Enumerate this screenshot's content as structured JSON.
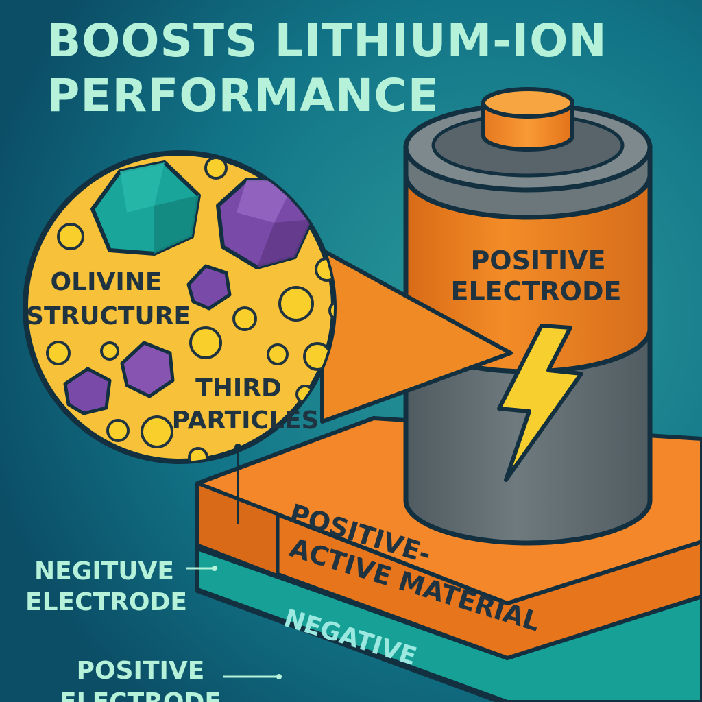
{
  "title": {
    "line1": "BOOSTS LITHIUM-ION",
    "line2": "PERFORMANCE"
  },
  "magnifier": {
    "label_olivine_line1": "OLIVINE",
    "label_olivine_line2": "STRUCTURE",
    "label_particles_line1": "THIRD",
    "label_particles_line2": "PARTICLES"
  },
  "battery": {
    "label_line1": "POSITIVE",
    "label_line2": "ELECTRODE",
    "icon": "lightning-bolt-icon"
  },
  "layers": {
    "top_label_line1": "POSITIVE-",
    "top_label_line2": "ACTIVE MATERIAL",
    "bottom_label": "NEGATIVE"
  },
  "side_labels": {
    "negative_line1": "NEGITUVE",
    "negative_line2": "ELECTRODE",
    "positive_line1": "POSITIVE",
    "positive_line2": "ELECTRODE"
  },
  "colors": {
    "background": "#0f6477",
    "title": "#b6f2d9",
    "orange": "#f08a24",
    "yellow": "#f7c23a",
    "teal": "#1aa59a",
    "purple": "#7a4aa8",
    "gray": "#5c6a70"
  }
}
